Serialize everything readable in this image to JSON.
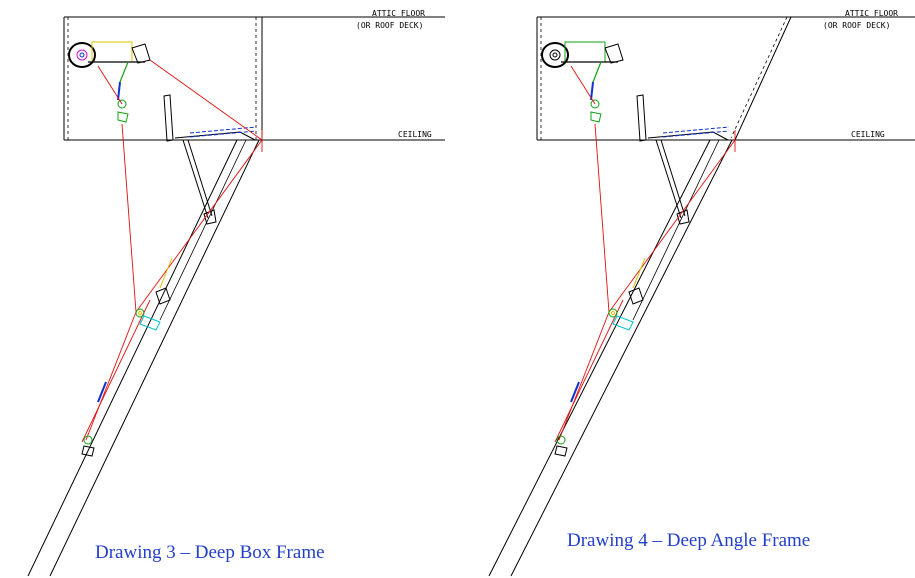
{
  "drawings": [
    {
      "attic_floor_label": "ATTIC FLOOR",
      "roof_deck_label": "(OR ROOF DECK)",
      "ceiling_label": "CEILING",
      "caption": "Drawing 3 – Deep Box Frame"
    },
    {
      "attic_floor_label": "ATTIC FLOOR",
      "roof_deck_label": "(OR ROOF DECK)",
      "ceiling_label": "CEILING",
      "caption": "Drawing 4 – Deep Angle Frame"
    }
  ],
  "colors": {
    "line": "#000000",
    "cable": "#e01010",
    "blue_part": "#1030d0",
    "green_part": "#10a010",
    "magenta_part": "#d010d0",
    "yellow_part": "#e0c000",
    "cyan_part": "#00c0d0",
    "caption": "#2340c8"
  }
}
